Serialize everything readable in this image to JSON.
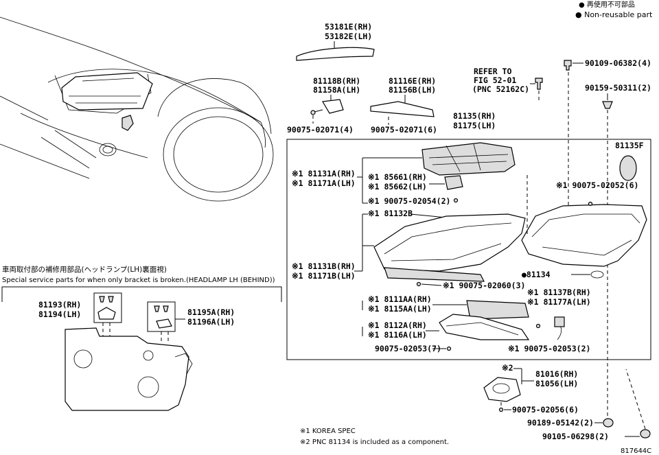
{
  "legend": {
    "line1": "● 再使用不可部品",
    "line2": "● Non-reusable part"
  },
  "labels": {
    "p53181": "53181E(RH)",
    "p53182": "53182E(LH)",
    "p81118": "81118B(RH)",
    "p81158": "81158A(LH)",
    "p81116": "81116E(RH)",
    "p81156": "81156B(LH)",
    "refer1": "REFER TO",
    "refer2": "FIG 52-01",
    "refer3": "(PNC 52162C)",
    "p90109": "90109-06382(4)",
    "p90159": "90159-50311(2)",
    "p90075a": "90075-02071(4)",
    "p90075b": "90075-02071(6)",
    "p81135": "81135(RH)",
    "p81175": "81175(LH)",
    "p81135f": "81135F",
    "p81131a": "※1 81131A(RH)",
    "p81171a": "※1 81171A(LH)",
    "p85661": "※1 85661(RH)",
    "p85662": "※1 85662(LH)",
    "p90075_54": "※1 90075-02054(2)",
    "p90075_52": "※1 90075-02052(6)",
    "p81132b": "※1 81132B",
    "p81131b": "※1 81131B(RH)",
    "p81171b": "※1 81171B(LH)",
    "p90075_60": "※1 90075-02060(3)",
    "p81134": "●81134",
    "p81137": "※1 81137B(RH)",
    "p81177": "※1 81177A(LH)",
    "p81111": "※1 8111AA(RH)",
    "p81115": "※1 8115AA(LH)",
    "p81112": "※1 8112A(RH)",
    "p81116a": "※1 8116A(LH)",
    "p90075_53a": "90075-02053(7)",
    "p90075_53b": "※1 90075-02053(2)",
    "ssp_jp": "車両取付部の補修用部品(ヘッドランプ(LH)裏面視)",
    "ssp_en": "Special service parts for when only bracket is broken.(HEADLAMP LH (BEHIND))",
    "p81193": "81193(RH)",
    "p81194": "81194(LH)",
    "p81195": "81195A(RH)",
    "p81196": "81196A(LH)",
    "x2": "※2",
    "p81016": "81016(RH)",
    "p81056": "81056(LH)",
    "p90075_56": "90075-02056(6)",
    "p90189": "90189-05142(2)",
    "p90105": "90105-06298(2)",
    "note1": "※1 KOREA SPEC",
    "note2": "※2 PNC 81134 is included as a component.",
    "figno": "817644C"
  }
}
